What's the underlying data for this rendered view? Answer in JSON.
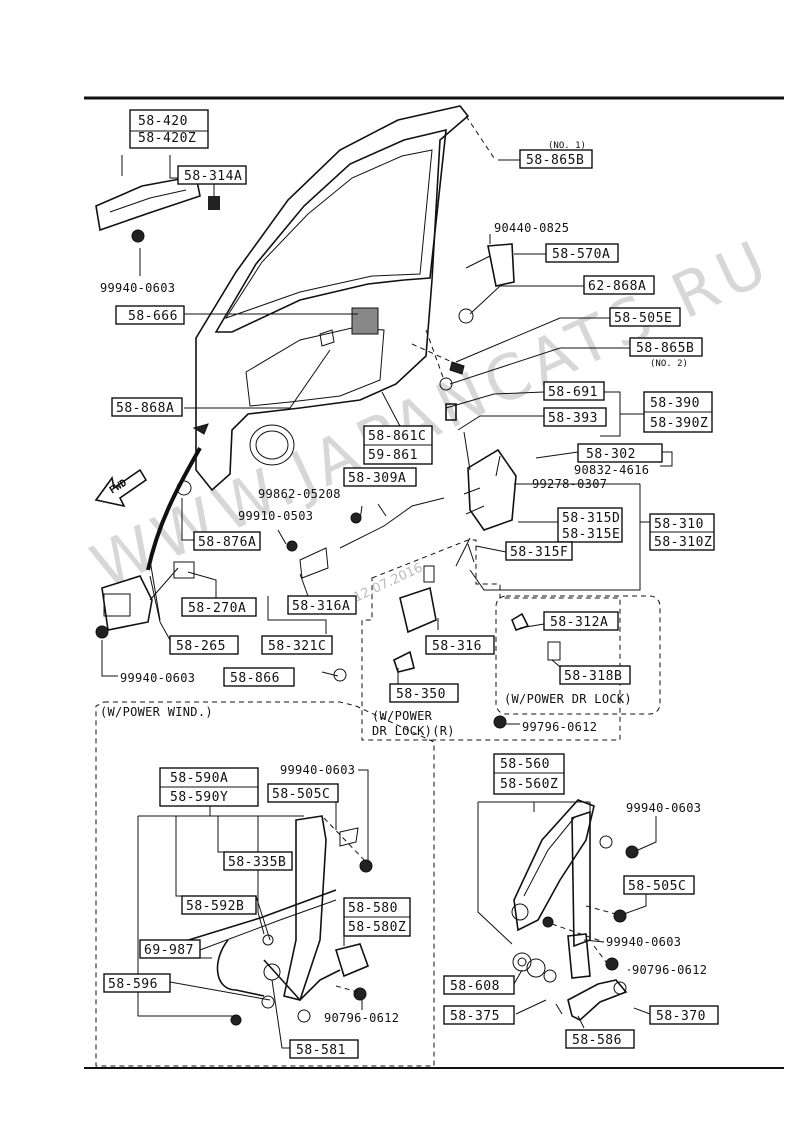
{
  "watermark": {
    "text": "WWW.JAPANCATS.RU",
    "date": "12.07.2016"
  },
  "notes": {
    "no1": "(NO. 1)",
    "no2": "(NO. 2)",
    "fwd": "FWD"
  },
  "groups": {
    "power_wind": "(W/POWER WIND.)",
    "power_lock_r_1": "(W/POWER",
    "power_lock_r_2": "DR LOCK)(R)",
    "power_lock": "(W/POWER DR LOCK)"
  },
  "boxed_labels": {
    "p58_420": "58-420",
    "p58_420z": "58-420Z",
    "p58_314a": "58-314A",
    "p58_666": "58-666",
    "p58_868a": "58-868A",
    "p58_865b_1": "58-865B",
    "p58_570a": "58-570A",
    "p62_868a": "62-868A",
    "p58_505e": "58-505E",
    "p58_865b_2": "58-865B",
    "p58_691": "58-691",
    "p58_390": "58-390",
    "p58_390z": "58-390Z",
    "p58_393": "58-393",
    "p58_861c": "58-861C",
    "p59_861": "59-861",
    "p58_302": "58-302",
    "p58_309a": "58-309A",
    "p58_315d": "58-315D",
    "p58_315e": "58-315E",
    "p58_310": "58-310",
    "p58_310z": "58-310Z",
    "p58_876a": "58-876A",
    "p58_315f": "58-315F",
    "p58_270a": "58-270A",
    "p58_316a": "58-316A",
    "p58_312a": "58-312A",
    "p58_265": "58-265",
    "p58_321c": "58-321C",
    "p58_316": "58-316",
    "p58_318b": "58-318B",
    "p58_866": "58-866",
    "p58_350": "58-350",
    "p58_590a": "58-590A",
    "p58_590y": "58-590Y",
    "p58_505c_l": "58-505C",
    "p58_335b": "58-335B",
    "p58_592b": "58-592B",
    "p58_580": "58-580",
    "p58_580z": "58-580Z",
    "p69_987": "69-987",
    "p58_596": "58-596",
    "p58_581": "58-581",
    "p58_560": "58-560",
    "p58_560z": "58-560Z",
    "p58_505c_r": "58-505C",
    "p58_608": "58-608",
    "p58_375": "58-375",
    "p58_586": "58-586",
    "p58_370": "58-370"
  },
  "plain_labels": {
    "b99940_0603_a": "99940-0603",
    "b90440_0825": "90440-0825",
    "b90832_4616": "90832-4616",
    "b99278_0307": "99278-0307",
    "b99862_05208": "99862-05208",
    "b99910_0503": "99910-0503",
    "b99940_0603_b": "99940-0603",
    "b99796_0612": "99796-0612",
    "b99940_0603_c": "99940-0603",
    "b90796_0612_l": "90796-0612",
    "b99940_0603_d": "99940-0603",
    "b99940_0603_e": "99940-0603",
    "b90796_0612_r": "90796-0612"
  }
}
